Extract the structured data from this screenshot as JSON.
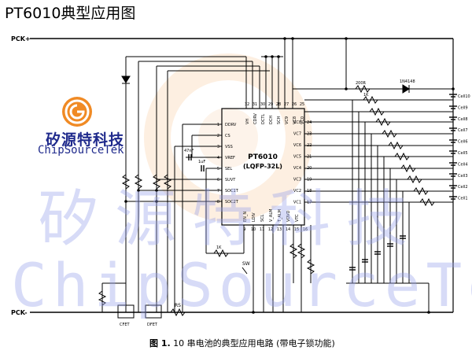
{
  "page": {
    "title": "PT6010典型应用图"
  },
  "brand": {
    "name_cn": "矽源特科技",
    "name_en": "ChipSourceTek"
  },
  "watermark": {
    "cn": "矽源特科技",
    "en": "ChipSourceTek"
  },
  "chip": {
    "name": "PT6010",
    "package": "(LQFP-32L)"
  },
  "rails": {
    "pck_plus": "PCK+",
    "pck_minus": "PCK-"
  },
  "left_pins": [
    {
      "num": "1",
      "name": "DDRV"
    },
    {
      "num": "2",
      "name": "CS"
    },
    {
      "num": "3",
      "name": "VSS"
    },
    {
      "num": "4",
      "name": "VREF"
    },
    {
      "num": "5",
      "name": "SEL"
    },
    {
      "num": "6",
      "name": "SUVT"
    },
    {
      "num": "7",
      "name": "SOC1T"
    },
    {
      "num": "8",
      "name": "SOC2T"
    }
  ],
  "top_pins": [
    {
      "num": "32",
      "name": "VH"
    },
    {
      "num": "31",
      "name": "CDRV"
    },
    {
      "num": "30",
      "name": "DCTL"
    },
    {
      "num": "29",
      "name": "DCH"
    },
    {
      "num": "28",
      "name": "SCH"
    },
    {
      "num": "27",
      "name": "VC9"
    },
    {
      "num": "26",
      "name": "VC8"
    },
    {
      "num": "25",
      "name": "VC0"
    }
  ],
  "right_pins": [
    {
      "num": "24",
      "name": "VC8"
    },
    {
      "num": "23",
      "name": "VC7"
    },
    {
      "num": "22",
      "name": "VC6"
    },
    {
      "num": "21",
      "name": "VC5"
    },
    {
      "num": "20",
      "name": "VC4"
    },
    {
      "num": "19",
      "name": "VC3"
    },
    {
      "num": "18",
      "name": "VC2"
    },
    {
      "num": "17",
      "name": "VC1"
    }
  ],
  "bottom_pins": [
    {
      "num": "9",
      "name": "EN_N"
    },
    {
      "num": "10",
      "name": "LDIV"
    },
    {
      "num": "11",
      "name": "SCL"
    },
    {
      "num": "12",
      "name": "V_ALM"
    },
    {
      "num": "13",
      "name": "T_ALM"
    },
    {
      "num": "14",
      "name": "VOVD"
    },
    {
      "num": "15",
      "name": "VTC"
    },
    {
      "num": "16",
      "name": ""
    }
  ],
  "components": {
    "r_top": "200R",
    "diode_top": "1N4148",
    "r_series": "1K",
    "c47": "47nF",
    "c1": "1uF",
    "cfet": "CFET",
    "dfet": "DFET",
    "rs": "RS",
    "sw": "SW",
    "r_bottom": "1K"
  },
  "cells": [
    "Cell10",
    "Cell9",
    "Cell8",
    "Cell7",
    "Cell6",
    "Cell5",
    "Cell4",
    "Cell3",
    "Cell2",
    "Cell1"
  ],
  "caption": {
    "fig": "图 1.",
    "text": "10 串电池的典型应用电路 (带电子锁功能)"
  }
}
